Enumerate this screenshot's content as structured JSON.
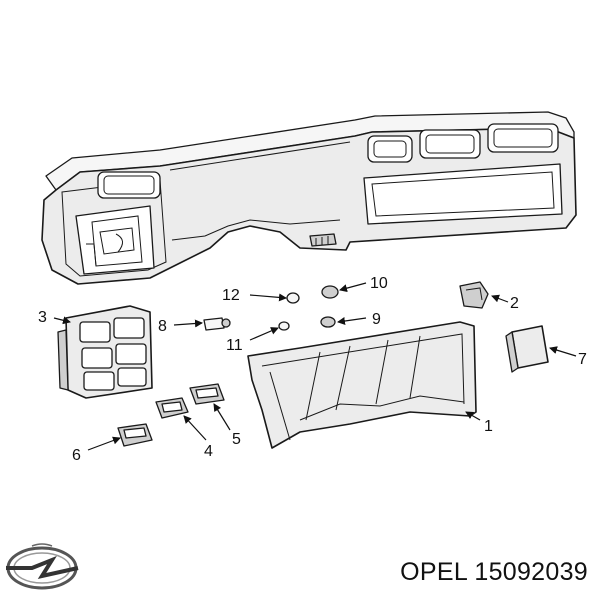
{
  "brand": {
    "name": "OPEL",
    "part_number": "15092039",
    "logo_icon": "opel-logo-icon"
  },
  "callouts": [
    "1",
    "2",
    "3",
    "4",
    "5",
    "6",
    "7",
    "8",
    "9",
    "10",
    "11",
    "12"
  ],
  "colors": {
    "line": "#1a1a1a",
    "fill": "#ececec",
    "background": "#ffffff"
  }
}
